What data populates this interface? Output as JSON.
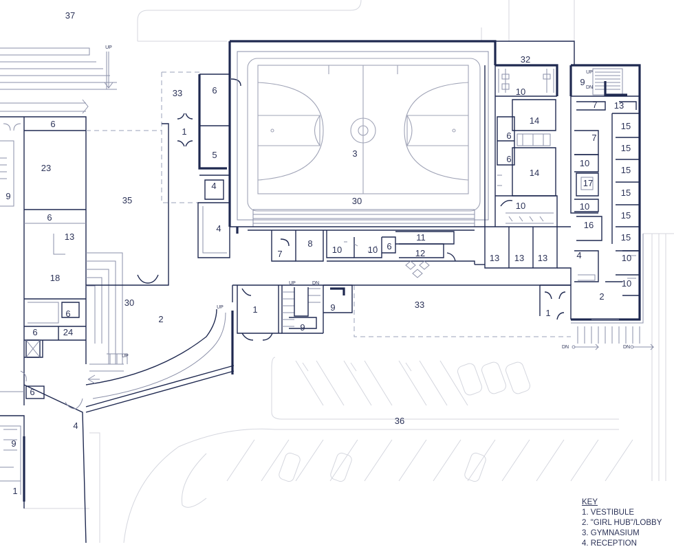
{
  "rooms": [
    {
      "id": "r37",
      "label": "37"
    },
    {
      "id": "r32",
      "label": "32"
    },
    {
      "id": "r33a",
      "label": "33"
    },
    {
      "id": "r6a",
      "label": "6"
    },
    {
      "id": "r1a",
      "label": "1"
    },
    {
      "id": "r5",
      "label": "5"
    },
    {
      "id": "r4a",
      "label": "4"
    },
    {
      "id": "r4b",
      "label": "4"
    },
    {
      "id": "r3",
      "label": "3"
    },
    {
      "id": "r30a",
      "label": "30"
    },
    {
      "id": "r10a",
      "label": "10"
    },
    {
      "id": "r14a",
      "label": "14"
    },
    {
      "id": "r14b",
      "label": "14"
    },
    {
      "id": "r6b",
      "label": "6"
    },
    {
      "id": "r6c",
      "label": "6"
    },
    {
      "id": "r10b",
      "label": "10"
    },
    {
      "id": "r9a",
      "label": "9"
    },
    {
      "id": "r7a",
      "label": "7"
    },
    {
      "id": "r13a",
      "label": "13"
    },
    {
      "id": "r15a",
      "label": "15"
    },
    {
      "id": "r15b",
      "label": "15"
    },
    {
      "id": "r15c",
      "label": "15"
    },
    {
      "id": "r15d",
      "label": "15"
    },
    {
      "id": "r15e",
      "label": "15"
    },
    {
      "id": "r15f",
      "label": "15"
    },
    {
      "id": "r7b",
      "label": "7"
    },
    {
      "id": "r10c",
      "label": "10"
    },
    {
      "id": "r17",
      "label": "17"
    },
    {
      "id": "r10d",
      "label": "10"
    },
    {
      "id": "r16",
      "label": "16"
    },
    {
      "id": "r10e",
      "label": "10"
    },
    {
      "id": "r10f",
      "label": "10"
    },
    {
      "id": "r4c",
      "label": "4"
    },
    {
      "id": "r2a",
      "label": "2"
    },
    {
      "id": "r1b",
      "label": "1"
    },
    {
      "id": "r7c",
      "label": "7"
    },
    {
      "id": "r8",
      "label": "8"
    },
    {
      "id": "r10g",
      "label": "10"
    },
    {
      "id": "r10h",
      "label": "10"
    },
    {
      "id": "r6d",
      "label": "6"
    },
    {
      "id": "r11",
      "label": "11"
    },
    {
      "id": "r12",
      "label": "12"
    },
    {
      "id": "r13b",
      "label": "13"
    },
    {
      "id": "r13c",
      "label": "13"
    },
    {
      "id": "r13d",
      "label": "13"
    },
    {
      "id": "r33b",
      "label": "33"
    },
    {
      "id": "r1c",
      "label": "1"
    },
    {
      "id": "r9b",
      "label": "9"
    },
    {
      "id": "r9c",
      "label": "9"
    },
    {
      "id": "r2b",
      "label": "2"
    },
    {
      "id": "r35",
      "label": "35"
    },
    {
      "id": "r30b",
      "label": "30"
    },
    {
      "id": "r6e",
      "label": "6"
    },
    {
      "id": "r23",
      "label": "23"
    },
    {
      "id": "r9d",
      "label": "9"
    },
    {
      "id": "r6f",
      "label": "6"
    },
    {
      "id": "r13e",
      "label": "13"
    },
    {
      "id": "r18",
      "label": "18"
    },
    {
      "id": "r6g",
      "label": "6"
    },
    {
      "id": "r6h",
      "label": "6"
    },
    {
      "id": "r24",
      "label": "24"
    },
    {
      "id": "r6i",
      "label": "6"
    },
    {
      "id": "r4d",
      "label": "4"
    },
    {
      "id": "r36",
      "label": "36"
    },
    {
      "id": "r9e",
      "label": "9"
    },
    {
      "id": "r1d",
      "label": "1"
    }
  ],
  "stairs": [
    {
      "id": "s1",
      "label": "UP"
    },
    {
      "id": "s2",
      "label": "UP"
    },
    {
      "id": "s3",
      "label": "UP"
    },
    {
      "id": "s4",
      "label": "DN"
    },
    {
      "id": "s5",
      "label": "UP"
    },
    {
      "id": "s6",
      "label": "UP"
    },
    {
      "id": "s7",
      "label": "DN"
    },
    {
      "id": "s8",
      "label": "DN"
    },
    {
      "id": "s9",
      "label": "DN"
    }
  ],
  "key": {
    "title": "KEY",
    "items": [
      "1. VESTIBULE",
      "2. \"GIRL HUB\"/LOBBY",
      "3. GYMNASIUM",
      "4. RECEPTION"
    ]
  },
  "colors": {
    "wall": "#1f2950",
    "thin_line": "#8a8fa8",
    "site_line": "#d4d6de",
    "text": "#2c3358"
  }
}
